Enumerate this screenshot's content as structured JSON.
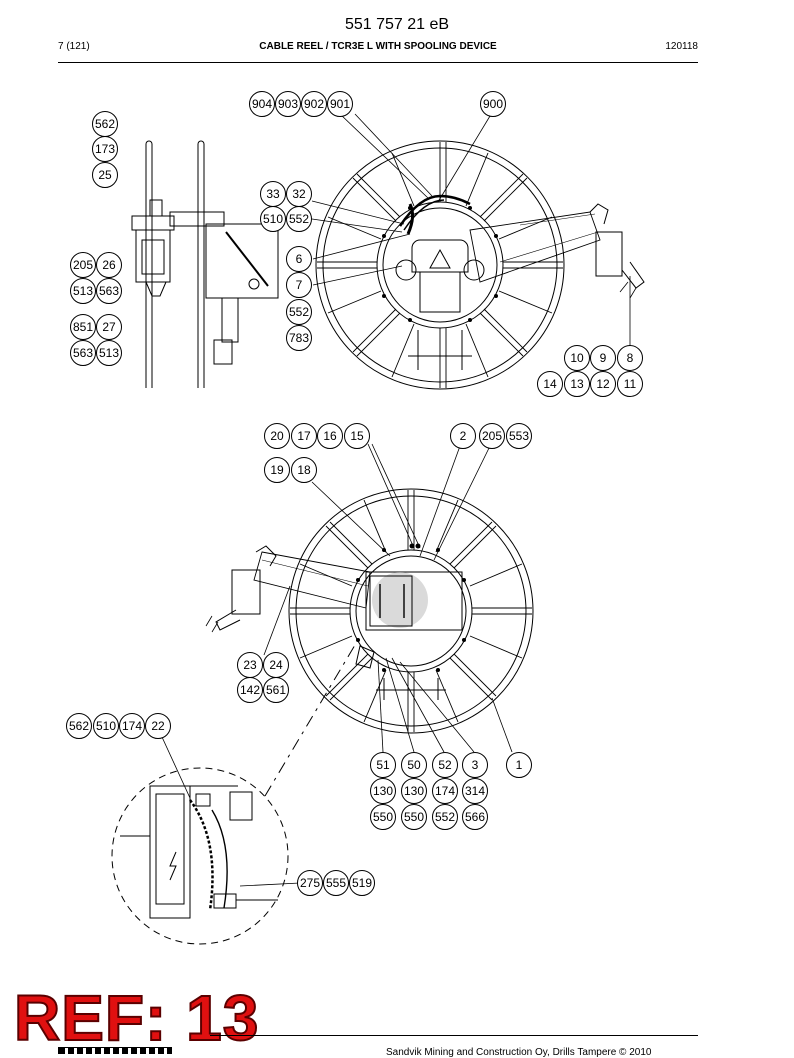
{
  "header": {
    "doc_number": "551 757 21 eB",
    "page": "7 (121)",
    "title": "CABLE REEL / TCR3E L WITH SPOOLING DEVICE",
    "date": "120118"
  },
  "callouts": [
    "904",
    "903",
    "902",
    "901",
    "900",
    "562",
    "173",
    "25",
    "33",
    "32",
    "510",
    "552",
    "205",
    "26",
    "513",
    "563",
    "6",
    "7",
    "552",
    "783",
    "851",
    "27",
    "563",
    "513",
    "10",
    "9",
    "8",
    "14",
    "13",
    "12",
    "11",
    "20",
    "17",
    "16",
    "15",
    "2",
    "205",
    "553",
    "19",
    "18",
    "23",
    "24",
    "142",
    "561",
    "562",
    "510",
    "174",
    "22",
    "51",
    "50",
    "52",
    "3",
    "1",
    "130",
    "130",
    "174",
    "314",
    "550",
    "550",
    "552",
    "566",
    "275",
    "555",
    "519"
  ],
  "stamp": "REF: 13",
  "footer": {
    "copyright": "Sandvik Mining and Construction Oy, Drills Tampere © 2010"
  }
}
